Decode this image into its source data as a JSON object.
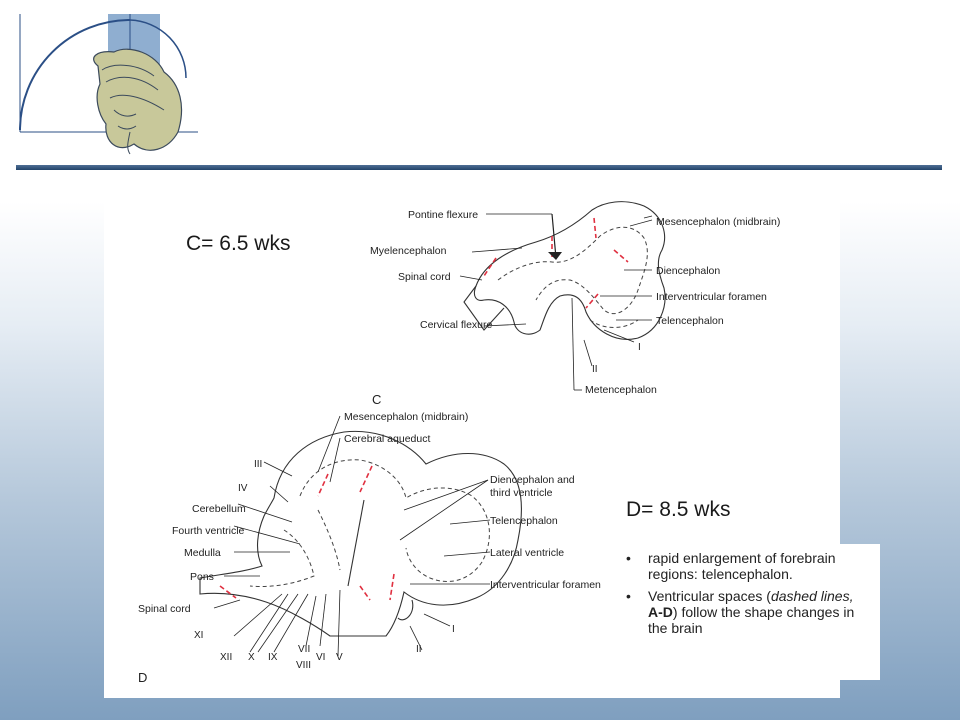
{
  "stage_c": {
    "title": "C= 6.5 wks",
    "panel_letter": "C",
    "labels": {
      "pontine_flexure": "Pontine flexure",
      "myelencephalon": "Myelencephalon",
      "spinal_cord": "Spinal cord",
      "cervical_flexure": "Cervical flexure",
      "mesencephalon": "Mesencephalon (midbrain)",
      "diencephalon": "Diencephalon",
      "interventricular_foramen": "Interventricular foramen",
      "telencephalon": "Telencephalon",
      "metencephalon": "Metencephalon",
      "numeral_i": "I",
      "numeral_ii": "II"
    }
  },
  "stage_d": {
    "title": "D= 8.5 wks",
    "panel_letter": "D",
    "labels": {
      "mesencephalon": "Mesencephalon (midbrain)",
      "cerebral_aqueduct": "Cerebral aqueduct",
      "diencephalon": "Diencephalon and",
      "third_ventricle": "third ventricle",
      "telencephalon": "Telencephalon",
      "lateral_ventricle": "Lateral ventricle",
      "interventricular_foramen": "Interventricular foramen",
      "cerebellum": "Cerebellum",
      "fourth_ventricle": "Fourth ventricle",
      "medulla": "Medulla",
      "pons": "Pons",
      "spinal_cord": "Spinal cord",
      "n_iii": "III",
      "n_iv": "IV",
      "n_xi": "XI",
      "n_xii": "XII",
      "n_x": "X",
      "n_ix": "IX",
      "n_vii": "VII",
      "n_viii": "VIII",
      "n_vi": "VI",
      "n_v": "V",
      "n_i": "I",
      "n_ii": "II"
    }
  },
  "notes": [
    "rapid enlargement of forebrain regions: telencephalon.",
    "Ventricular spaces (dashed lines, A-D) follow the shape changes in the brain"
  ],
  "notes_rich": {
    "item2_a": "Ventricular spaces (",
    "item2_b": "dashed lines,",
    "item2_c": " ",
    "item2_d": "A-D",
    "item2_e": ") follow the shape changes in the brain"
  },
  "colors": {
    "dashed_boundary": "#e03040",
    "rule": "#2f5078",
    "logo_blue": "#8faed0",
    "logo_arc": "#2b4f86"
  },
  "icons": {
    "logo": "golden-spiral-head-logo"
  }
}
